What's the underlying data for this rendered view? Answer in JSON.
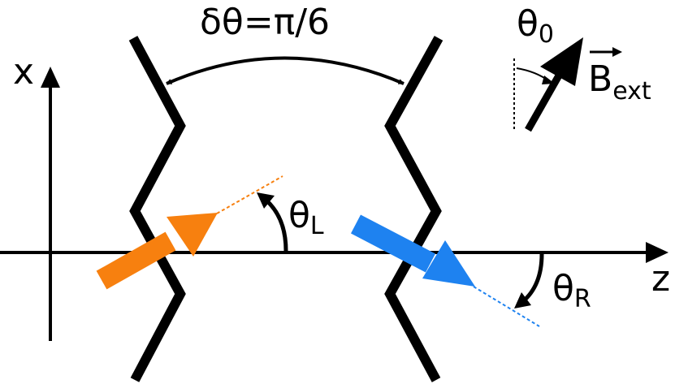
{
  "labels": {
    "angle_top": "δθ=π/6",
    "x_axis": "x",
    "z_axis": "z",
    "theta0": "θ",
    "theta0_sub": "0",
    "bext": "B",
    "bext_sub": "ext",
    "thetaL": "θ",
    "thetaL_sub": "L",
    "thetaR": "θ",
    "thetaR_sub": "R"
  },
  "colors": {
    "left_arrow": "#f7800f",
    "right_arrow": "#1e82f0",
    "walls": "#000000"
  }
}
